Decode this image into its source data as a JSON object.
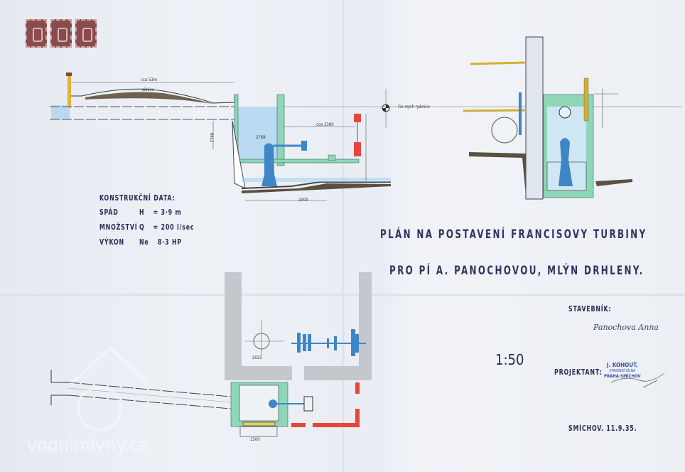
{
  "stamps": [
    "revenue-stamp-1",
    "revenue-stamp-2",
    "revenue-stamp-3"
  ],
  "construction_data": {
    "heading": "KONSTRUKČNÍ DATA:",
    "rows": [
      {
        "label": "SPÁD",
        "symbol": "H",
        "value": "= 3·9 m"
      },
      {
        "label": "MNOŽSTVÍ",
        "symbol": "Q",
        "value": "= 200 l/sec"
      },
      {
        "label": "VÝKON",
        "symbol": "Ne",
        "value": "8·3 HP"
      }
    ]
  },
  "title": {
    "line1": "PLÁN NA POSTAVENÍ FRANCISOVY TURBINY",
    "line2": "PRO PÍ A. PANOCHOVOU, MLÝN DRHLENY."
  },
  "builder": {
    "label": "STAVEBNÍK:",
    "signature": "Panochova Anna"
  },
  "scale": "1:50",
  "designer": {
    "label": "PROJEKTANT:",
    "stamp_name": "J. KOHOUT,",
    "stamp_line2": "STAVEBNÍ DÍLNA",
    "stamp_city": "PRAHA-SMÍCHOV"
  },
  "place_date": "SMÍCHOV. 11.9.35.",
  "watermark": "vodnimlyny.cz",
  "annotations": {
    "length": "cca 53m",
    "road": "silnice",
    "fix_point": "Fix rejch rybnice",
    "distance": "cca 3380",
    "head": "2768",
    "height": "2740",
    "width_bottom": "2000",
    "plan_width": "1500",
    "plan_dim": "2025"
  },
  "colors": {
    "ink": "#2b2b55",
    "water": "#8ec3e6",
    "wall": "#8fd6b8",
    "brick": "#e8453c",
    "turbine": "#3f86c8",
    "ground": "#5a5040"
  }
}
